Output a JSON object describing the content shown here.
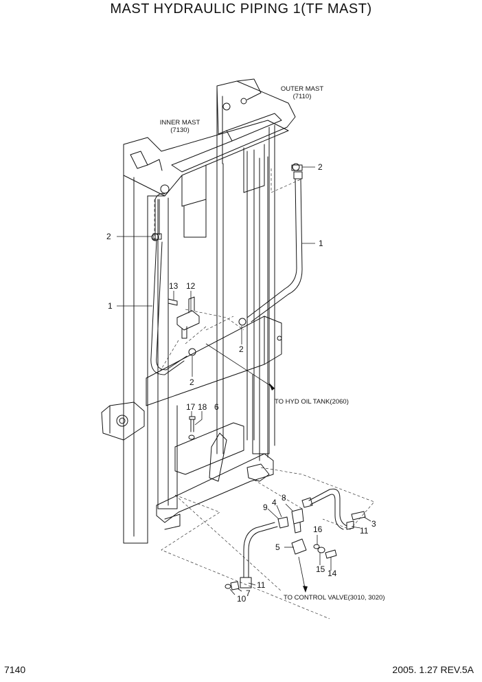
{
  "title": "MAST HYDRAULIC PIPING 1(TF MAST)",
  "labels": {
    "outer_mast": "OUTER MAST",
    "outer_mast_ref": "(7110)",
    "inner_mast": "INNER MAST",
    "inner_mast_ref": "(7130)",
    "to_tank": "TO HYD OIL TANK(2060)",
    "to_valve": "TO CONTROL VALVE(3010, 3020)"
  },
  "callouts": {
    "c2a": "2",
    "c1a": "1",
    "c2b": "2",
    "c13": "13",
    "c12": "12",
    "c1b": "1",
    "c2c": "2",
    "c2d": "2",
    "c17": "17",
    "c18": "18",
    "c6": "6",
    "c8": "8",
    "c4": "4",
    "c9": "9",
    "c3": "3",
    "c11a": "11",
    "c16": "16",
    "c5": "5",
    "c15": "15",
    "c14": "14",
    "c11b": "11",
    "c7": "7",
    "c10": "10"
  },
  "footer": {
    "page_number": "7140",
    "revision": "2005. 1.27 REV.5A"
  }
}
